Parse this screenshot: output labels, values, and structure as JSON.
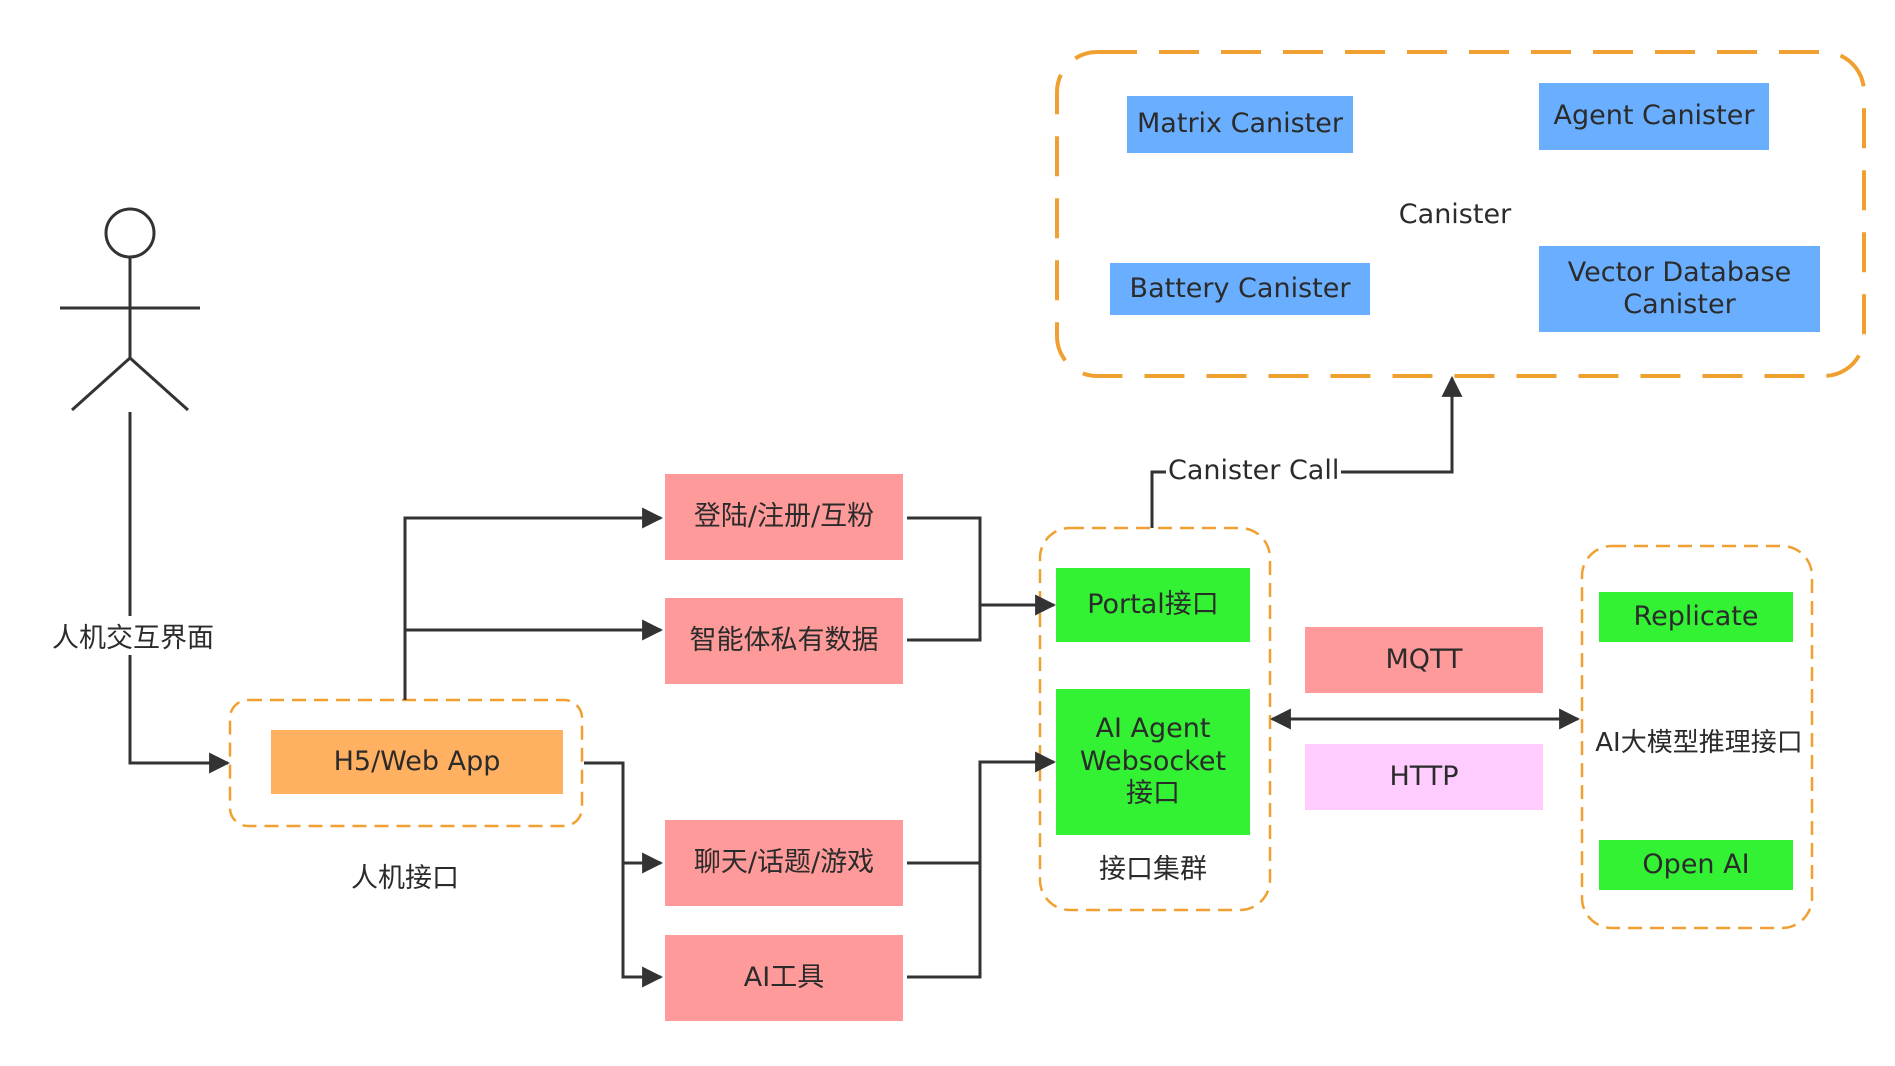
{
  "actor": {
    "label": "人机交互界面"
  },
  "canister_group": {
    "title": "Canister",
    "items": [
      "Matrix Canister",
      "Agent Canister",
      "Battery Canister",
      "Vector Database\nCanister"
    ]
  },
  "human_interface": {
    "app_label": "H5/Web App",
    "group_label": "人机接口"
  },
  "functions": {
    "login": "登陆/注册/互粉",
    "private_data": "智能体私有数据",
    "chat": "聊天/话题/游戏",
    "ai_tools": "AI工具"
  },
  "interface_cluster": {
    "label": "接口集群",
    "portal": "Portal接口",
    "agent_ws": "AI Agent\nWebsocket\n接口"
  },
  "protocols": {
    "mqtt": "MQTT",
    "http": "HTTP"
  },
  "model_group": {
    "label": "AI大模型推理接口",
    "replicate": "Replicate",
    "openai": "Open AI"
  },
  "edges": {
    "canister_call": "Canister Call"
  },
  "colors": {
    "group_border": "#f0a030",
    "blue": "#6aafff",
    "pink": "#ff9a9a",
    "green": "#33f233",
    "orange": "#ffb060",
    "lavender": "#ffccff",
    "line": "#333333"
  }
}
